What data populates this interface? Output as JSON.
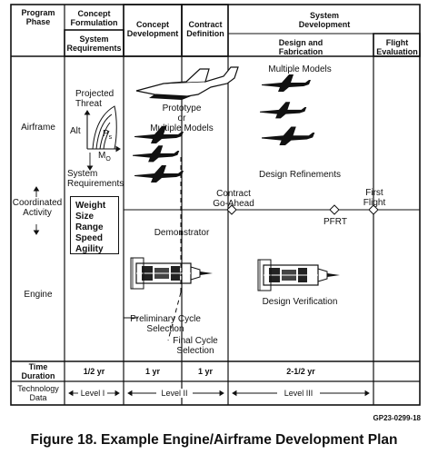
{
  "header": {
    "program_phase": [
      "Program",
      "Phase"
    ],
    "concept_formulation": [
      "Concept",
      "Formulation"
    ],
    "system_requirements": [
      "System",
      "Requirements"
    ],
    "concept_development": [
      "Concept",
      "Development"
    ],
    "contract_definition": [
      "Contract",
      "Definition"
    ],
    "system_development": [
      "System",
      "Development"
    ],
    "design_fabrication": [
      "Design and",
      "Fabrication"
    ],
    "flight_evaluation": [
      "Flight",
      "Evaluation"
    ]
  },
  "rows": {
    "airframe": "Airframe",
    "coordinated": [
      "Coordinated",
      "Activity"
    ],
    "engine": "Engine"
  },
  "plot": {
    "projected": [
      "Projected",
      "Threat"
    ],
    "alt": "Alt",
    "ps": "P",
    "ps_sub": "s",
    "mo": "M",
    "mo_sub": "O",
    "sysreq": [
      "System",
      "Requirements"
    ]
  },
  "req_list": [
    "Weight",
    "Size",
    "Range",
    "Speed",
    "Agility"
  ],
  "labels": {
    "prototype": [
      "Prototype",
      "or",
      "Multiple Models"
    ],
    "multiple_models": "Multiple Models",
    "design_refinements": "Design Refinements",
    "contract_goahead": [
      "Contract",
      "Go-Ahead"
    ],
    "first_flight": [
      "First",
      "Flight"
    ],
    "pfrt": "PFRT",
    "demonstrator": "Demonstrator",
    "design_verification": "Design Verification",
    "prelim": [
      "Preliminary Cycle",
      "Selection"
    ],
    "final": [
      "Final Cycle",
      "Selection"
    ]
  },
  "time_row": {
    "label": [
      "Time",
      "Duration"
    ],
    "values": [
      "1/2 yr",
      "1 yr",
      "1 yr",
      "2-1/2 yr"
    ]
  },
  "tech_row": {
    "label": [
      "Technology",
      "Data"
    ],
    "levels": [
      "Level I",
      "Level II",
      "Level III"
    ]
  },
  "footer": {
    "code": "GP23-0299-18",
    "caption": "Figure 18.  Example Engine/Airframe Development Plan"
  }
}
